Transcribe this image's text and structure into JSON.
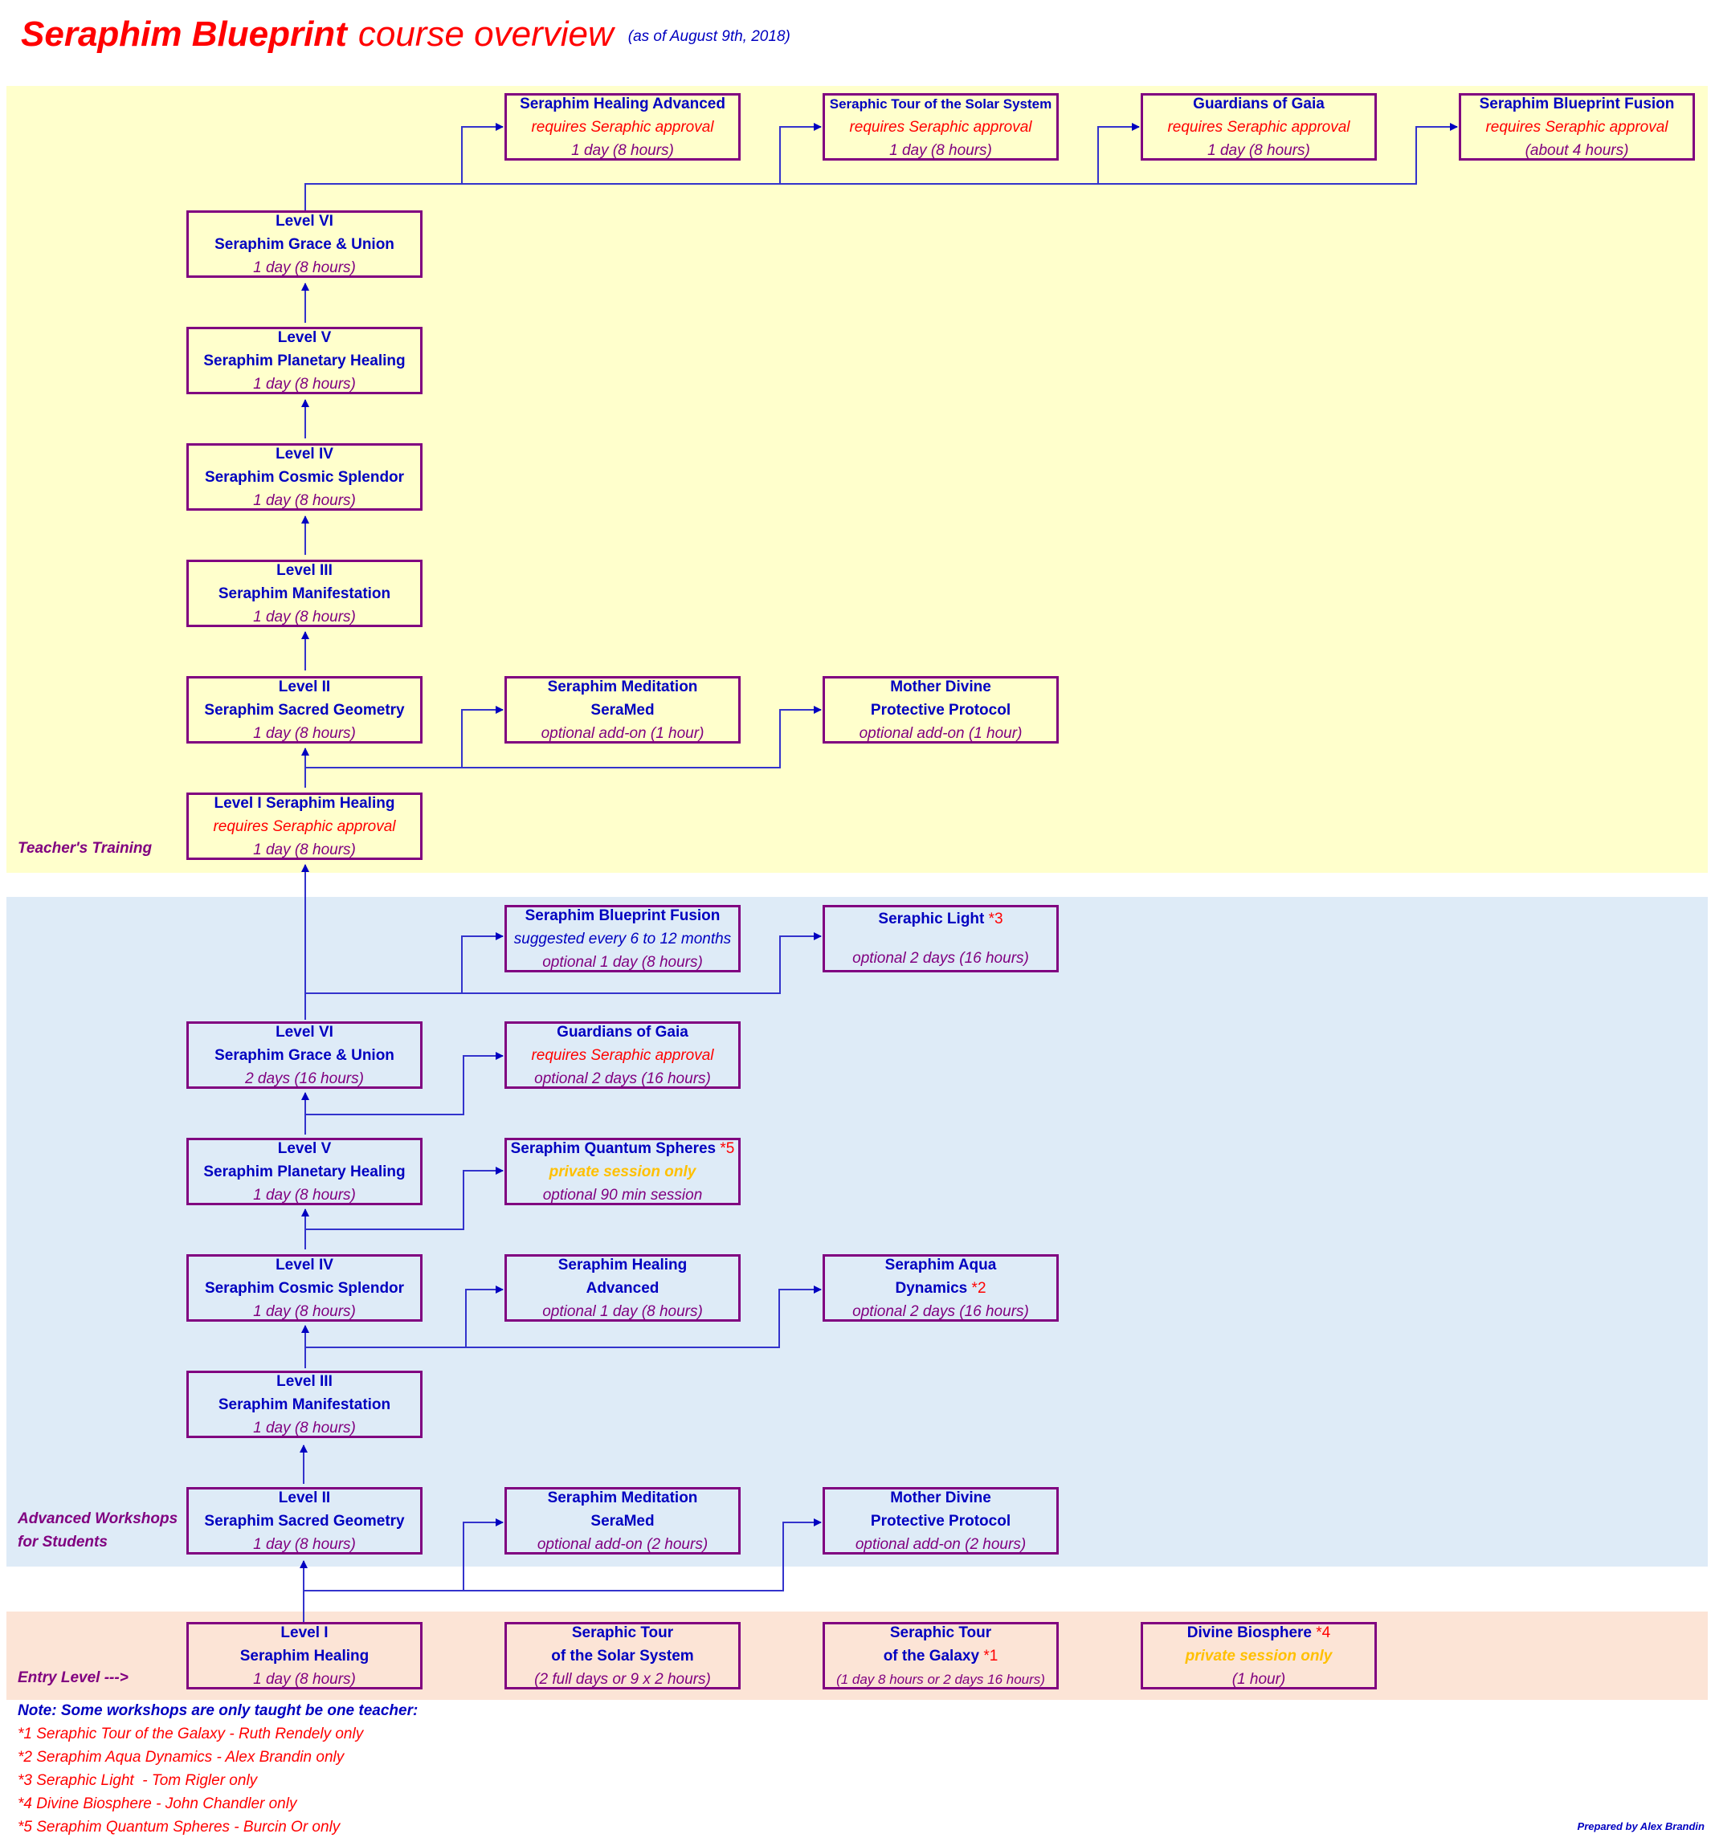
{
  "title": {
    "main": "Seraphim Blueprint",
    "sub": "course overview",
    "date": "(as of August 9th, 2018)"
  },
  "sections": {
    "teacher": "Teacher's Training",
    "students_line1": "Advanced Workshops",
    "students_line2": "for Students",
    "entry": "Entry Level --->"
  },
  "colors": {
    "title": "#ff0000",
    "course_name": "#0000c0",
    "duration": "#800080",
    "approval": "#ff0000",
    "private": "#ffc000",
    "box_border": "#800080",
    "arrow": "#0000c0",
    "teacher_band": "#ffffcc",
    "students_band": "#deebf7",
    "entry_band": "#fce4d6"
  },
  "teacher": {
    "advanced": [
      {
        "name": "Seraphim Healing Advanced",
        "req": "requires Seraphic approval",
        "dur": "1 day (8 hours)"
      },
      {
        "name": "Seraphic Tour of the Solar System",
        "req": "requires Seraphic approval",
        "dur": "1 day (8 hours)"
      },
      {
        "name": "Guardians of Gaia",
        "req": "requires Seraphic approval",
        "dur": "1 day (8 hours)"
      },
      {
        "name": "Seraphim Blueprint Fusion",
        "req": "requires Seraphic approval",
        "dur": "(about 4 hours)"
      }
    ],
    "levels": [
      {
        "level": "Level VI",
        "name": "Seraphim Grace & Union",
        "dur": "1 day (8 hours)"
      },
      {
        "level": "Level V",
        "name": "Seraphim Planetary Healing",
        "dur": "1 day (8 hours)"
      },
      {
        "level": "Level IV",
        "name": "Seraphim Cosmic Splendor",
        "dur": "1 day (8 hours)"
      },
      {
        "level": "Level III",
        "name": "Seraphim Manifestation",
        "dur": "1 day (8 hours)"
      },
      {
        "level": "Level II",
        "name": "Seraphim Sacred Geometry",
        "dur": "1 day (8 hours)"
      }
    ],
    "level1": {
      "name": "Level I Seraphim Healing",
      "req": "requires Seraphic approval",
      "dur": "1 day (8 hours)"
    },
    "addons": [
      {
        "l1": "Seraphim Meditation",
        "l2": "SeraMed",
        "dur": "optional add-on (1 hour)"
      },
      {
        "l1": "Mother Divine",
        "l2": "Protective Protocol",
        "dur": "optional add-on (1 hour)"
      }
    ]
  },
  "students": {
    "top": [
      {
        "name": "Seraphim Blueprint Fusion",
        "note": "suggested every 6 to 12 months",
        "dur": "optional 1 day (8 hours)"
      },
      {
        "name": "Seraphic Light",
        "mark": "*3",
        "note": "",
        "dur": "optional 2 days (16 hours)"
      }
    ],
    "levels": [
      {
        "level": "Level VI",
        "name": "Seraphim Grace & Union",
        "dur": "2 days (16 hours)"
      },
      {
        "level": "Level V",
        "name": "Seraphim Planetary Healing",
        "dur": "1 day (8 hours)"
      },
      {
        "level": "Level IV",
        "name": "Seraphim Cosmic Splendor",
        "dur": "1 day (8 hours)"
      },
      {
        "level": "Level III",
        "name": "Seraphim Manifestation",
        "dur": "1 day (8 hours)"
      },
      {
        "level": "Level II",
        "name": "Seraphim Sacred Geometry",
        "dur": "1 day (8 hours)"
      }
    ],
    "gaia": {
      "name": "Guardians of Gaia",
      "req": "requires Seraphic approval",
      "dur": "optional 2 days (16 hours)"
    },
    "quantum": {
      "name": "Seraphim Quantum Spheres",
      "mark": "*5",
      "note": "private session only",
      "dur": "optional 90 min session"
    },
    "healing_adv": {
      "l1": "Seraphim Healing",
      "l2": "Advanced",
      "dur": "optional 1 day (8 hours)"
    },
    "aqua": {
      "l1": "Seraphim Aqua",
      "l2": "Dynamics",
      "mark": "*2",
      "dur": "optional 2 days (16 hours)"
    },
    "addons": [
      {
        "l1": "Seraphim Meditation",
        "l2": "SeraMed",
        "dur": "optional add-on (2 hours)"
      },
      {
        "l1": "Mother Divine",
        "l2": "Protective Protocol",
        "dur": "optional add-on (2 hours)"
      }
    ]
  },
  "entry": [
    {
      "l1": "Level I",
      "l2": "Seraphim Healing",
      "dur": "1 day (8 hours)"
    },
    {
      "l1": "Seraphic Tour",
      "l2": "of the Solar System",
      "dur": "(2 full days or 9 x 2 hours)"
    },
    {
      "l1": "Seraphic Tour",
      "l2": "of the Galaxy",
      "mark": "*1",
      "dur": "(1 day 8 hours  or 2 days 16 hours)"
    },
    {
      "l1": "Divine Biosphere",
      "mark": "*4",
      "l2": "private session only",
      "dur": "(1 hour)"
    }
  ],
  "notes": {
    "heading": "Note: Some workshops are only taught be one teacher:",
    "items": [
      "*1 Seraphic Tour of the Galaxy - Ruth Rendely only",
      "*2 Seraphim Aqua Dynamics - Alex Brandin only",
      "*3 Seraphic Light  - Tom Rigler only",
      "*4 Divine Biosphere - John Chandler only",
      "*5 Seraphim Quantum Spheres - Burcin Or only"
    ]
  },
  "prepared_by": "Prepared by Alex Brandin"
}
